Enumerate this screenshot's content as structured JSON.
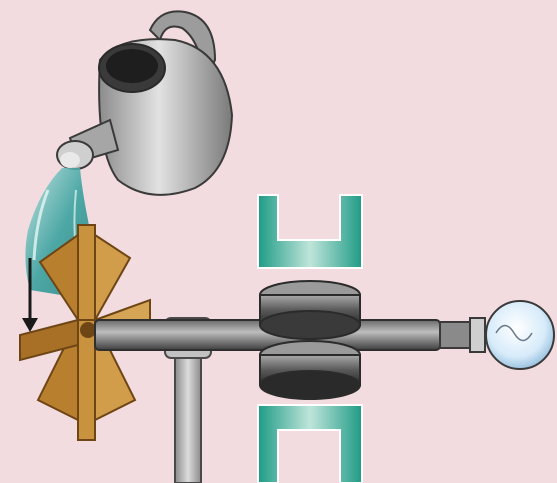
{
  "diagram": {
    "background": "#f3dcdf",
    "colors": {
      "metal_light": "#d9d9d9",
      "metal_mid": "#9a9a9a",
      "metal_dark": "#4e4e4e",
      "water": "#2a9a97",
      "water_light": "#9fd6d4",
      "wheel_wood": "#c9923e",
      "wheel_wood_dark": "#8a5a1f",
      "magnet_teal": "#1f9b86",
      "bulb_glass": "#dceefb",
      "outline": "#2b2b2b"
    },
    "components": [
      "watering-can",
      "water-stream",
      "water-wheel",
      "axle",
      "support-post",
      "upper-magnet",
      "lower-magnet",
      "rotor-coil",
      "light-bulb",
      "rotation-arrow"
    ]
  }
}
